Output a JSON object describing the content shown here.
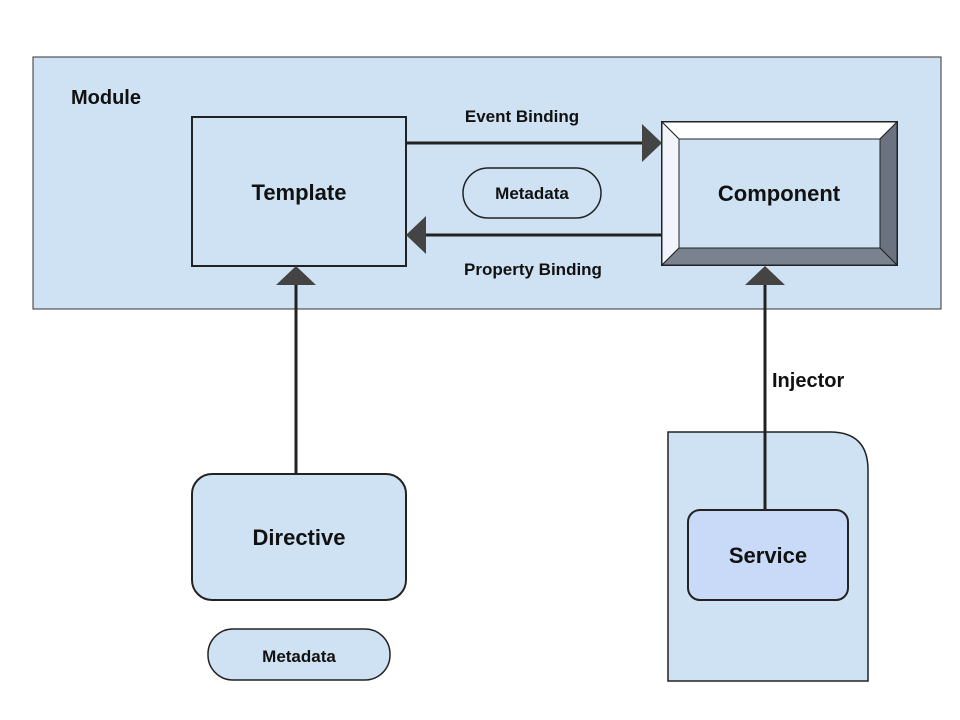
{
  "module": {
    "label": "Module"
  },
  "template": {
    "label": "Template"
  },
  "component": {
    "label": "Component"
  },
  "bindings": {
    "event": "Event Binding",
    "property": "Property Binding",
    "metadata": "Metadata"
  },
  "directive": {
    "label": "Directive",
    "metadata": "Metadata"
  },
  "injector": {
    "label": "Injector"
  },
  "service": {
    "label": "Service"
  },
  "colors": {
    "box_fill": "#cfe2f3",
    "service_fill": "#c9daf8",
    "stroke": "#222222",
    "arrow": "#444444",
    "bevel_dark": "#6b7280",
    "bevel_light": "#ffffff"
  }
}
